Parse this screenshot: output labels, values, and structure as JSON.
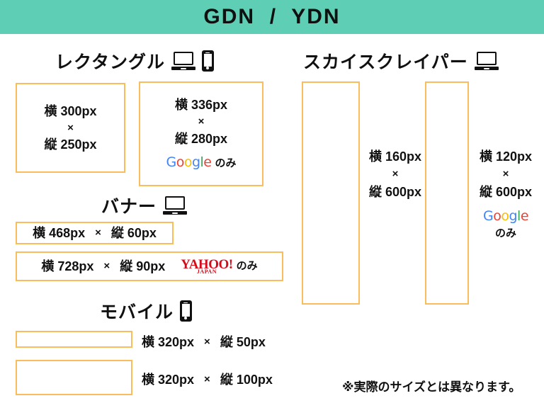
{
  "header": {
    "title": "GDN  /  YDN",
    "background_color": "#5ECEB4"
  },
  "theme": {
    "box_border_color": "#FABD5E",
    "text_color": "#111111",
    "background_color": "#FFFFFF",
    "yahoo_red": "#D60B19"
  },
  "sections": {
    "rectangle": {
      "heading": "レクタングル",
      "devices": [
        "laptop-icon",
        "phone-icon"
      ],
      "boxes": [
        {
          "width_label": "横 300px",
          "separator": "×",
          "height_label": "縦 250px",
          "network_note": null
        },
        {
          "width_label": "横 336px",
          "separator": "×",
          "height_label": "縦 280px",
          "network_note": "のみ",
          "network_logo": "google-logo"
        }
      ]
    },
    "banner": {
      "heading": "バナー",
      "devices": [
        "laptop-icon"
      ],
      "boxes": [
        {
          "width_label": "横 468px",
          "separator": "×",
          "height_label": "縦 60px",
          "network_note": null
        },
        {
          "width_label": "横 728px",
          "separator": "×",
          "height_label": "縦 90px",
          "network_note": "のみ",
          "network_logo": "yahoo-japan-logo"
        }
      ]
    },
    "mobile": {
      "heading": "モバイル",
      "devices": [
        "phone-icon"
      ],
      "boxes": [
        {
          "width_label": "横 320px",
          "separator": "×",
          "height_label": "縦 50px"
        },
        {
          "width_label": "横 320px",
          "separator": "×",
          "height_label": "縦 100px"
        }
      ]
    },
    "skyscraper": {
      "heading": "スカイスクレイパー",
      "devices": [
        "laptop-icon"
      ],
      "boxes": [
        {
          "width_label": "横 160px",
          "separator": "×",
          "height_label": "縦 600px",
          "network_note": null
        },
        {
          "width_label": "横 120px",
          "separator": "×",
          "height_label": "縦 600px",
          "network_note": "のみ",
          "network_logo": "google-logo"
        }
      ]
    }
  },
  "logos": {
    "google": {
      "g1": "G",
      "o1": "o",
      "o2": "o",
      "g2": "g",
      "l1": "l",
      "e1": "e"
    },
    "yahoo": {
      "main": "YAHOO!",
      "sub": "JAPAN"
    }
  },
  "footnote": "※実際のサイズとは異なります。"
}
